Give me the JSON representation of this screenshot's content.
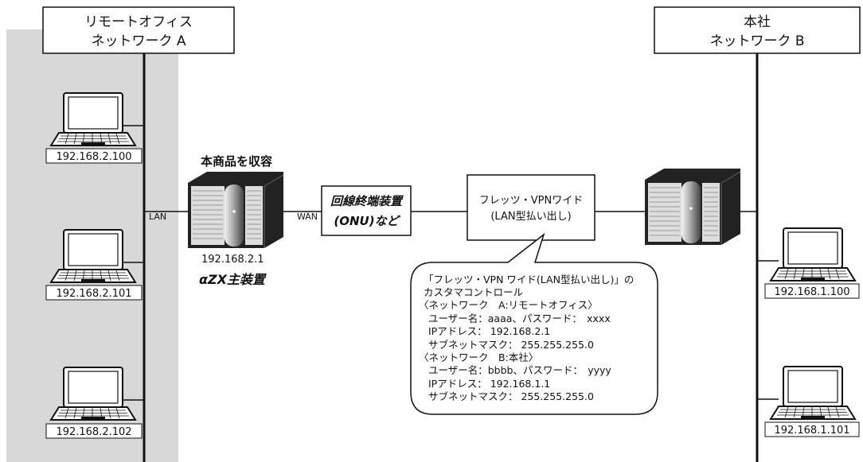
{
  "networks": {
    "remote": {
      "line1": "リモートオフィス",
      "line2": "ネットワーク A"
    },
    "hq": {
      "line1": "本社",
      "line2": "ネットワーク B"
    }
  },
  "labels": {
    "lan": "LAN",
    "wan": "WAN",
    "router_caption": "本商品を収容",
    "router_ip": "192.168.2.1",
    "router_name": "αZX主装置",
    "onu_line1": "回線終端装置",
    "onu_line2": "(ONU)など",
    "vpn_line1": "フレッツ・VPNワイド",
    "vpn_line2": "(LAN型払い出し)"
  },
  "pcs": {
    "left": [
      "192.168.2.100",
      "192.168.2.101",
      "192.168.2.102"
    ],
    "right": [
      "192.168.1.100",
      "192.168.1.101"
    ]
  },
  "callout": {
    "lines": [
      "「フレッツ・VPN ワイド(LAN型払い出し)」の",
      "カスタマコントロール",
      "〈ネットワーク　A:リモートオフィス〉",
      "ユーザー名：aaaa、パスワード：　xxxx",
      "IPアドレス：  192.168.2.1",
      "サブネットマスク：  255.255.255.0",
      "〈ネットワーク　B:本社〉",
      "ユーザー名：bbbb、パスワード：　yyyy",
      "IPアドレス：  192.168.1.1",
      "サブネットマスク：  255.255.255.0"
    ]
  },
  "colors": {
    "shade": "#d8d8d8",
    "line": "#111111"
  }
}
